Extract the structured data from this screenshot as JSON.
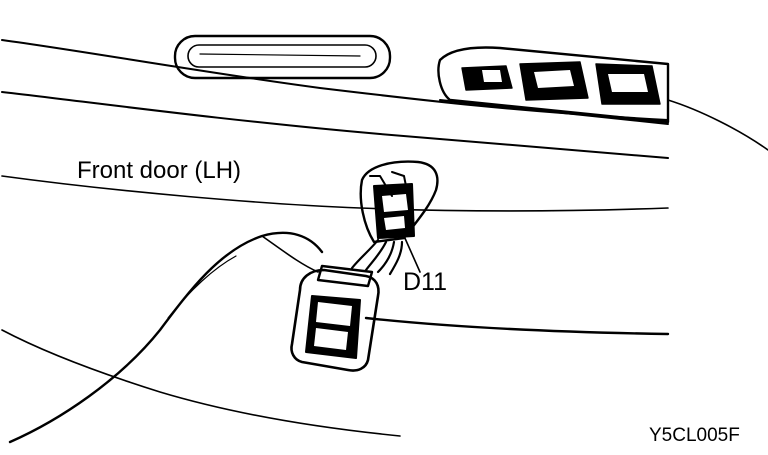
{
  "labels": {
    "component": "Front door (LH)",
    "connector": "D11",
    "figure_code": "Y5CL005F"
  },
  "colors": {
    "ink": "#000000",
    "paper": "#ffffff"
  }
}
